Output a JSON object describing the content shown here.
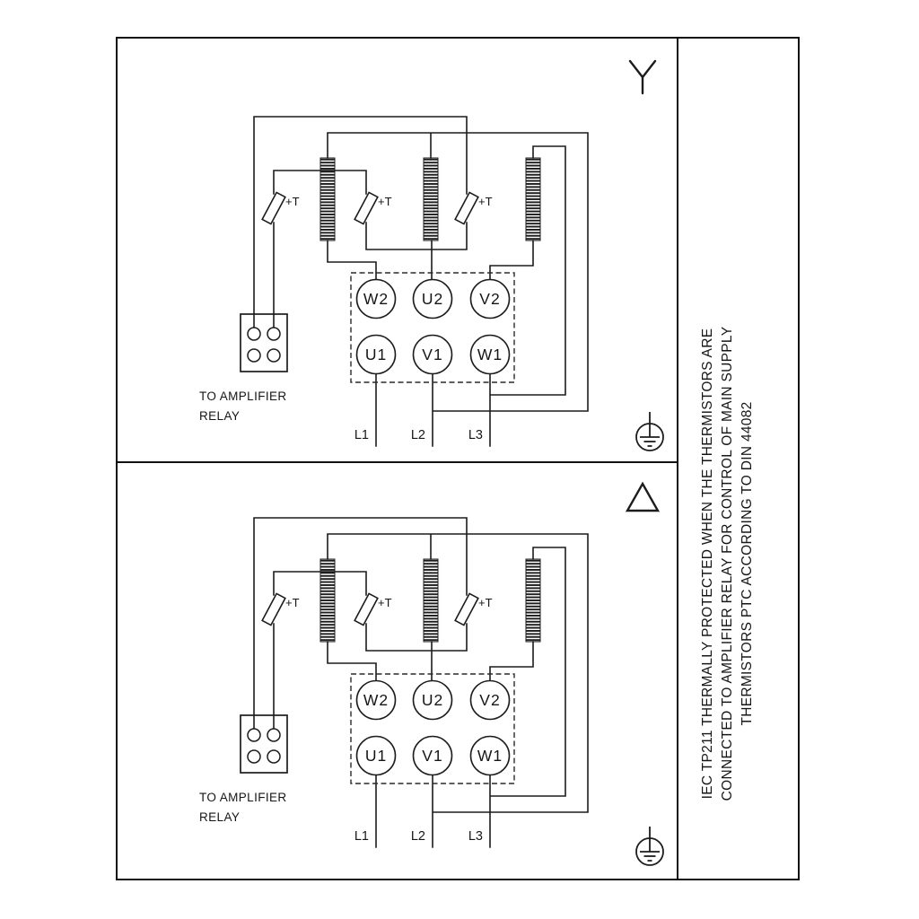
{
  "colors": {
    "line": "#1c1c1c",
    "background": "#ffffff"
  },
  "side_note": {
    "line1": "IEC TP211 THERMALLY PROTECTED WHEN THE THERMISTORS ARE",
    "line2": "CONNECTED TO AMPLIFIER RELAY FOR CONTROL OF MAIN SUPPLY",
    "line3": "THERMISTORS PTC ACCORDING TO DIN 44082"
  },
  "panels": {
    "top": {
      "connection": "star",
      "terminals_top": [
        "W2",
        "U2",
        "V2"
      ],
      "terminals_bottom": [
        "U1",
        "V1",
        "W1"
      ],
      "supply": [
        "L1",
        "L2",
        "L3"
      ],
      "thermistor_label": "+T",
      "relay_note": [
        "TO AMPLIFIER",
        "RELAY"
      ]
    },
    "bottom": {
      "connection": "delta",
      "terminals_top": [
        "W2",
        "U2",
        "V2"
      ],
      "terminals_bottom": [
        "U1",
        "V1",
        "W1"
      ],
      "supply": [
        "L1",
        "L2",
        "L3"
      ],
      "thermistor_label": "+T",
      "relay_note": [
        "TO AMPLIFIER",
        "RELAY"
      ]
    }
  }
}
